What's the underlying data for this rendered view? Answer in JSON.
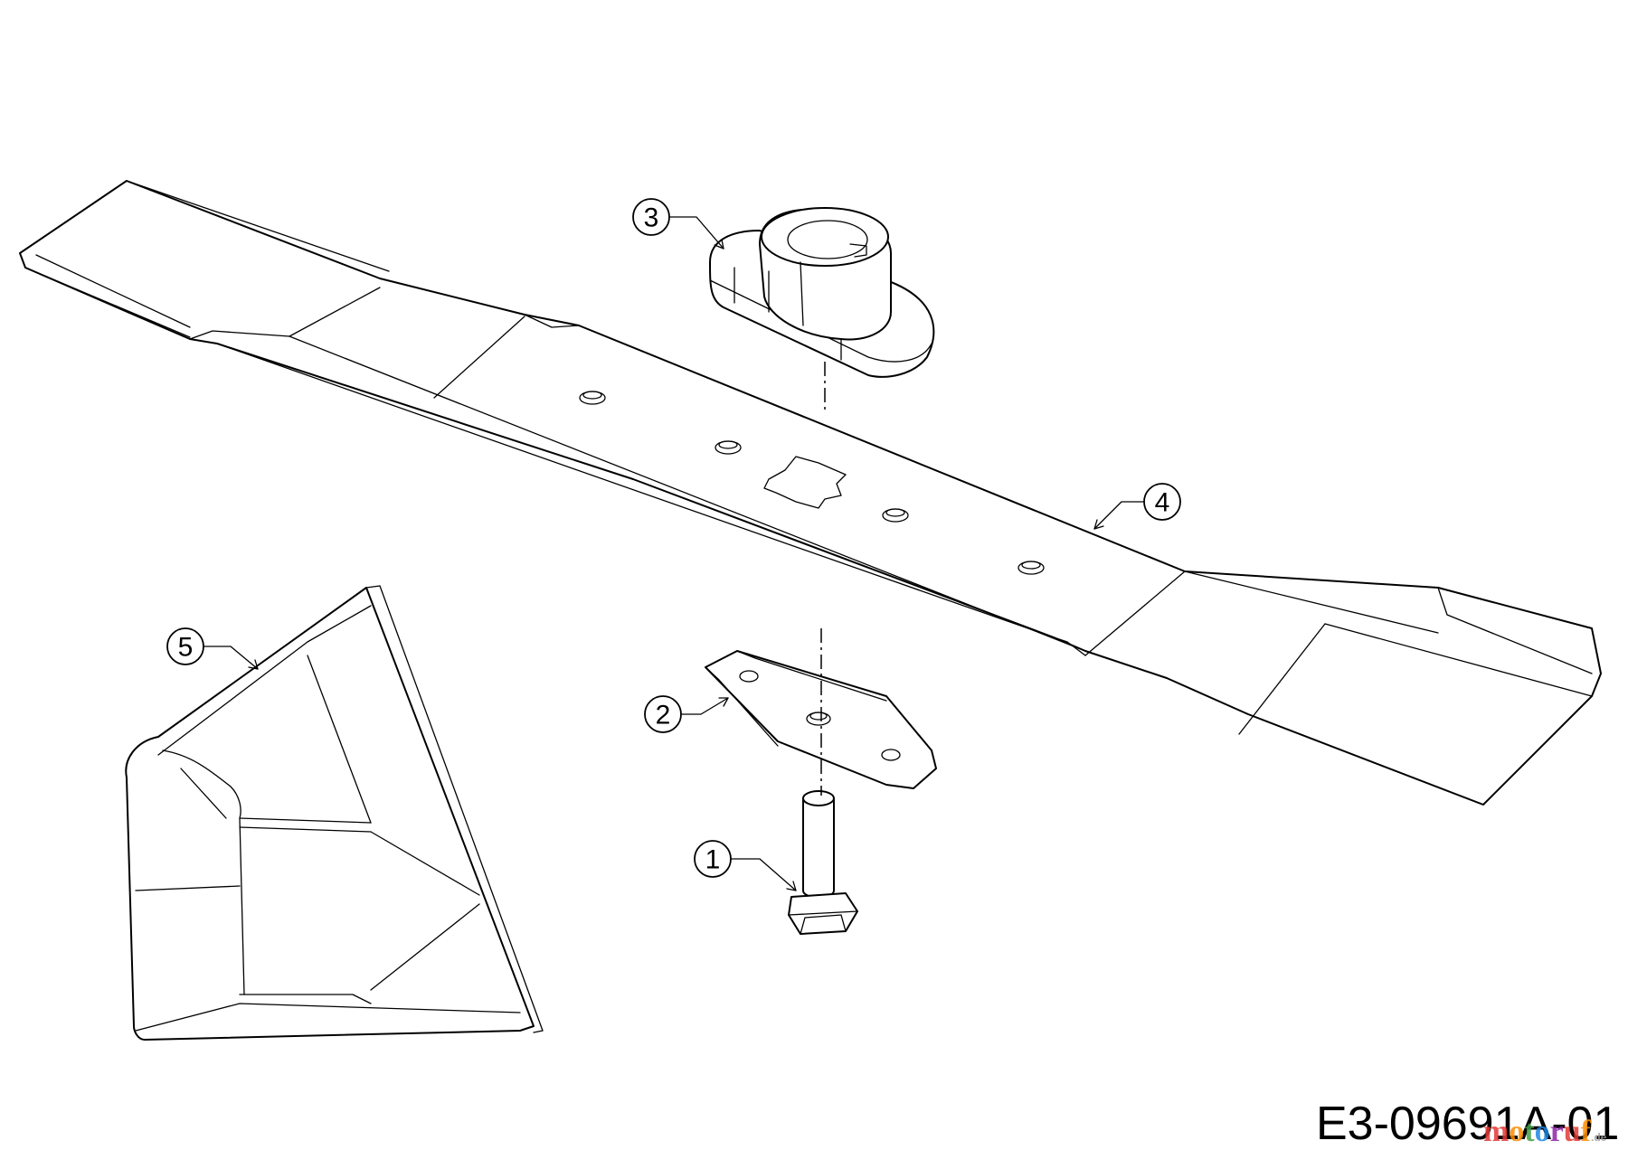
{
  "callouts": [
    {
      "id": "1",
      "label": "1"
    },
    {
      "id": "2",
      "label": "2"
    },
    {
      "id": "3",
      "label": "3"
    },
    {
      "id": "4",
      "label": "4"
    },
    {
      "id": "5",
      "label": "5"
    }
  ],
  "drawing_number": "E3-09691A-01",
  "watermark": {
    "brand": "motoruf",
    "suffix": ".de",
    "colors": [
      "#e53935",
      "#fb8c00",
      "#43a047",
      "#1e88e5",
      "#8e24aa"
    ]
  }
}
